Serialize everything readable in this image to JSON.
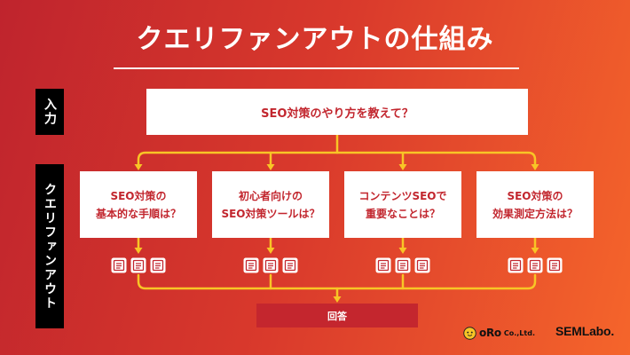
{
  "title": "クエリファンアウトの仕組み",
  "labels": {
    "input": "入力",
    "fanout": "クエリファンアウト"
  },
  "input_query": "SEO対策のやり方を教えて？",
  "sub_queries": [
    {
      "line1": "SEO対策の",
      "line2": "基本的な手順は？"
    },
    {
      "line1": "初心者向けの",
      "line2": "SEO対策ツールは？"
    },
    {
      "line1": "コンテンツSEOで",
      "line2": "重要なことは？"
    },
    {
      "line1": "SEO対策の",
      "line2": "効果測定方法は？"
    }
  ],
  "answer": "回答",
  "logos": {
    "oro_name": "oRo",
    "oro_suffix": "Co.,Ltd.",
    "semlabo": "SEMLabo."
  },
  "icons": {
    "result_document": "document-icon",
    "oro_mark": "mascot-icon",
    "connector_arrow": "arrow-down-icon"
  },
  "colors": {
    "background_start": "#bf242d",
    "background_mid": "#d9392c",
    "background_end": "#f5652b",
    "connector": "#f8c526",
    "box_text": "#c2262e",
    "label_background": "#000000",
    "answer_background": "#c4262e",
    "title": "#ffffff"
  }
}
